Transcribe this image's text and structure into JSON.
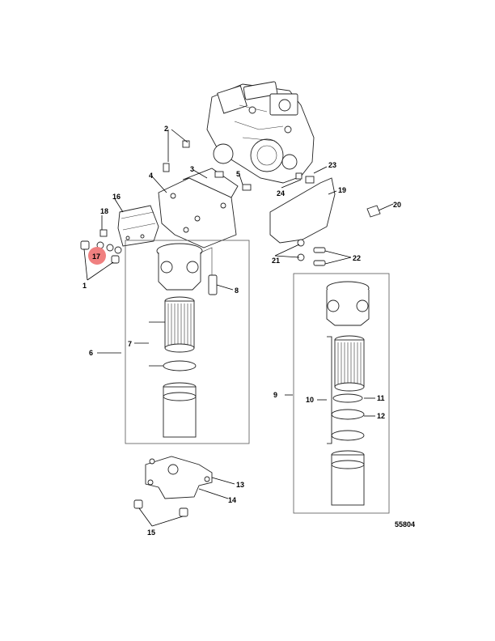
{
  "diagram_id": "55804",
  "highlighted_callout": "17",
  "highlight_color": "#f08080",
  "callouts": {
    "c1": "1",
    "c2": "2",
    "c3": "3",
    "c4": "4",
    "c5": "5",
    "c6": "6",
    "c7": "7",
    "c8": "8",
    "c9": "9",
    "c10": "10",
    "c11": "11",
    "c12": "12",
    "c13": "13",
    "c14": "14",
    "c15": "15",
    "c16": "16",
    "c17": "17",
    "c18": "18",
    "c19": "19",
    "c20": "20",
    "c21": "21",
    "c22": "22",
    "c23": "23",
    "c24": "24"
  }
}
